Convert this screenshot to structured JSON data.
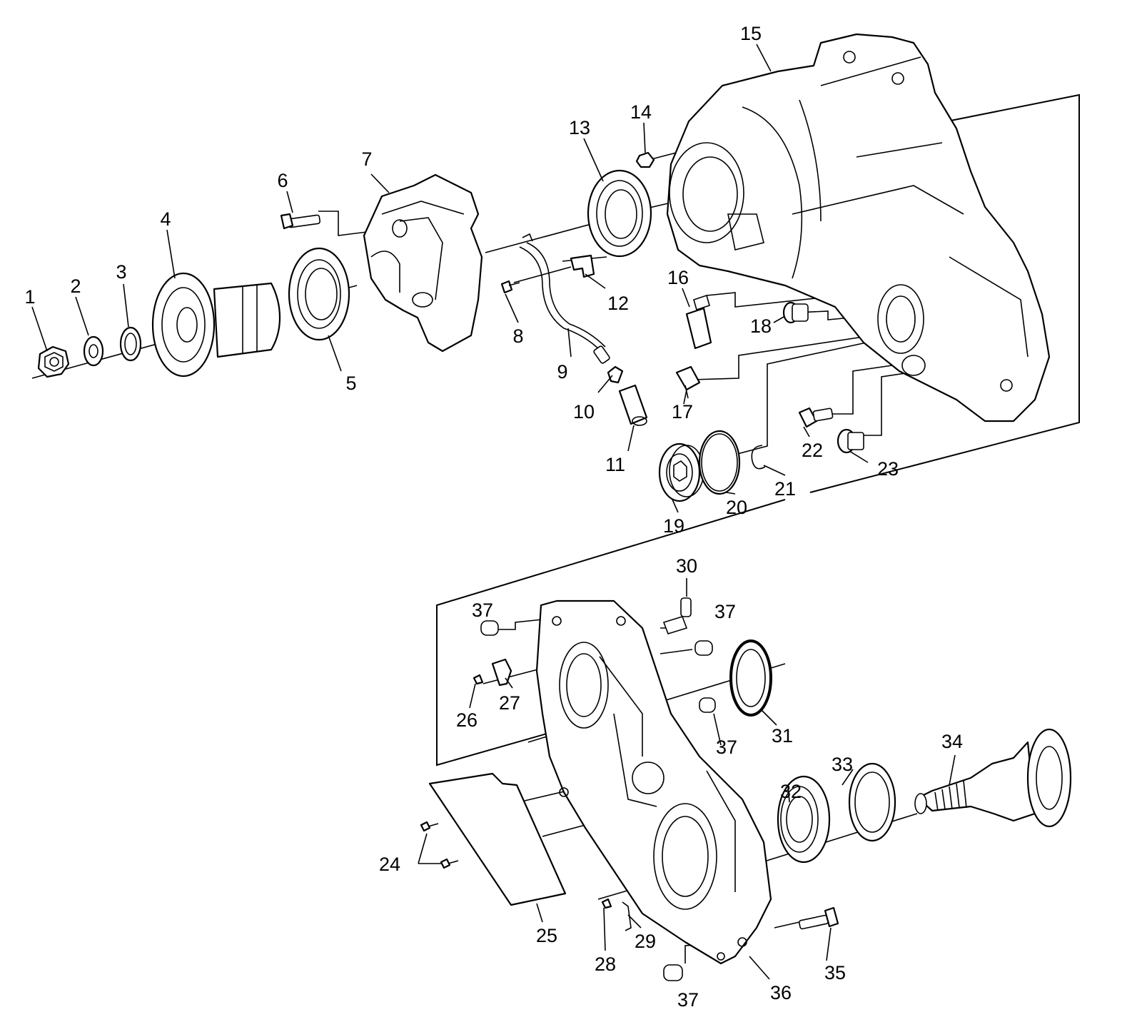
{
  "diagram": {
    "callouts": [
      {
        "id": "1",
        "text": "1"
      },
      {
        "id": "2",
        "text": "2"
      },
      {
        "id": "3",
        "text": "3"
      },
      {
        "id": "4",
        "text": "4"
      },
      {
        "id": "5",
        "text": "5"
      },
      {
        "id": "6",
        "text": "6"
      },
      {
        "id": "7",
        "text": "7"
      },
      {
        "id": "8",
        "text": "8"
      },
      {
        "id": "9",
        "text": "9"
      },
      {
        "id": "10",
        "text": "10"
      },
      {
        "id": "11",
        "text": "11"
      },
      {
        "id": "12",
        "text": "12"
      },
      {
        "id": "13",
        "text": "13"
      },
      {
        "id": "14",
        "text": "14"
      },
      {
        "id": "15",
        "text": "15"
      },
      {
        "id": "16",
        "text": "16"
      },
      {
        "id": "17",
        "text": "17"
      },
      {
        "id": "18",
        "text": "18"
      },
      {
        "id": "19",
        "text": "19"
      },
      {
        "id": "20",
        "text": "20"
      },
      {
        "id": "21",
        "text": "21"
      },
      {
        "id": "22",
        "text": "22"
      },
      {
        "id": "23",
        "text": "23"
      },
      {
        "id": "24",
        "text": "24"
      },
      {
        "id": "25",
        "text": "25"
      },
      {
        "id": "26",
        "text": "26"
      },
      {
        "id": "27",
        "text": "27"
      },
      {
        "id": "28",
        "text": "28"
      },
      {
        "id": "29",
        "text": "29"
      },
      {
        "id": "30",
        "text": "30"
      },
      {
        "id": "31",
        "text": "31"
      },
      {
        "id": "32",
        "text": "32"
      },
      {
        "id": "33",
        "text": "33"
      },
      {
        "id": "34",
        "text": "34"
      },
      {
        "id": "35",
        "text": "35"
      },
      {
        "id": "36",
        "text": "36"
      },
      {
        "id": "37a",
        "text": "37"
      },
      {
        "id": "37b",
        "text": "37"
      },
      {
        "id": "37c",
        "text": "37"
      },
      {
        "id": "37d",
        "text": "37"
      }
    ]
  }
}
